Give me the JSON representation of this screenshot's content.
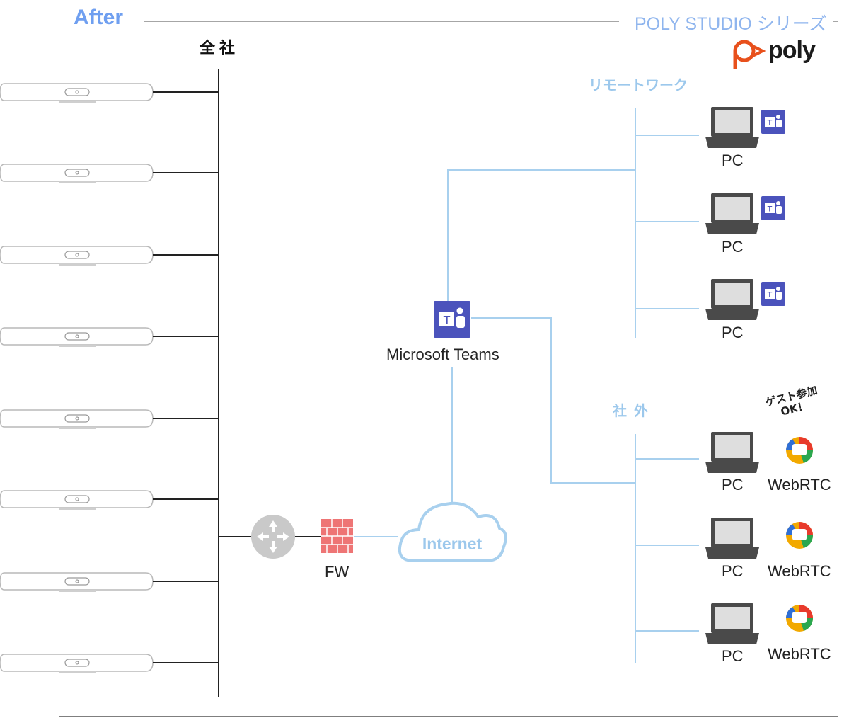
{
  "header": {
    "after_label": "After",
    "series_label": "POLY STUDIO シリーズ",
    "brand_name": "poly",
    "brand_color": "#e8501c"
  },
  "sections": {
    "company_wide": "全社",
    "remote_work": "リモートワーク",
    "external": "社外"
  },
  "network": {
    "teams_label": "Microsoft Teams",
    "firewall_label": "FW",
    "internet_label": "Internet"
  },
  "remote_pcs": [
    {
      "label": "PC",
      "app_icon": "teams-icon"
    },
    {
      "label": "PC",
      "app_icon": "teams-icon"
    },
    {
      "label": "PC",
      "app_icon": "teams-icon"
    }
  ],
  "external_pcs": [
    {
      "label": "PC",
      "app_label": "WebRTC"
    },
    {
      "label": "PC",
      "app_label": "WebRTC"
    },
    {
      "label": "PC",
      "app_label": "WebRTC"
    }
  ],
  "guest_note": [
    "ゲスト参加",
    "OK！"
  ],
  "colors": {
    "accent_blue": "#6f9ff0",
    "line_light_blue": "#a8d0ee",
    "teams_purple": "#4b53bc",
    "firewall_red": "#ee7575"
  }
}
